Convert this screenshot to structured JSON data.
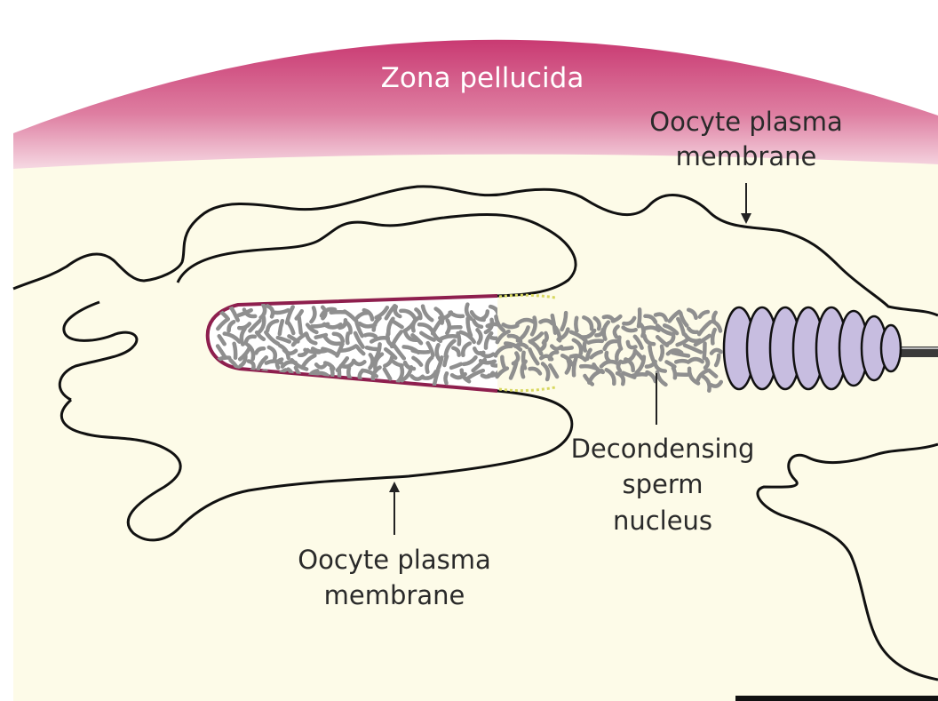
{
  "labels": {
    "zona_pellucida": "Zona pellucida",
    "membrane_top_line1": "Oocyte plasma",
    "membrane_top_line2": "membrane",
    "nucleus_line1": "Decondensing",
    "nucleus_line2": "sperm",
    "nucleus_line3": "nucleus",
    "membrane_bottom_line1": "Oocyte plasma",
    "membrane_bottom_line2": "membrane"
  },
  "colors": {
    "zona_pellucida": "#c93a72",
    "cytoplasm": "#fdfbe8",
    "membrane_outline": "#111111",
    "nuclear_envelope": "#8e1f4e",
    "chromatin": "#8f8f8f",
    "mitochondria": "#c7bde0",
    "flagellum": "#333333"
  }
}
